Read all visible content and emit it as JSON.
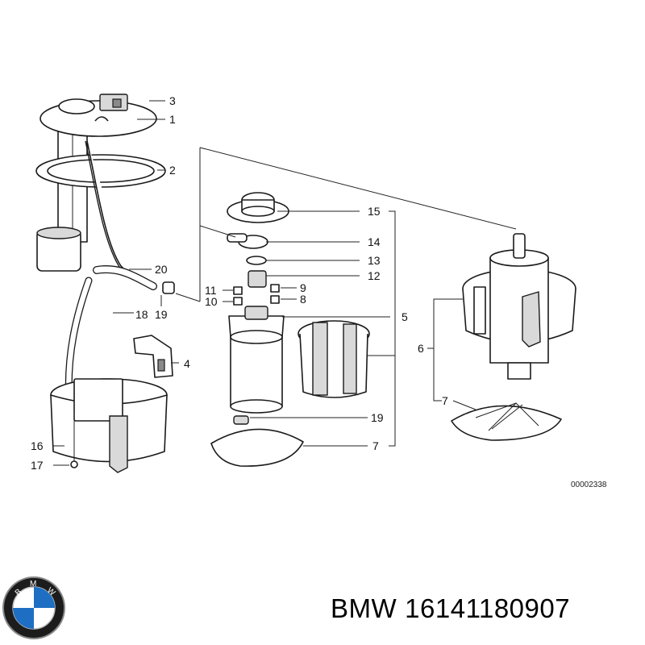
{
  "diagram": {
    "reference_code": "00002338",
    "callouts": [
      "1",
      "2",
      "3",
      "4",
      "5",
      "6",
      "7",
      "8",
      "9",
      "10",
      "11",
      "12",
      "13",
      "14",
      "15",
      "16",
      "17",
      "18",
      "19",
      "20"
    ],
    "duplicate_callouts": {
      "seven_right": "7",
      "seven_mid": "7",
      "nineteen_low": "19"
    }
  },
  "logo": {
    "icon": "bmw-roundel-logo",
    "letters": "BMW"
  },
  "caption": {
    "brand": "BMW",
    "part_number": "16141180907"
  }
}
